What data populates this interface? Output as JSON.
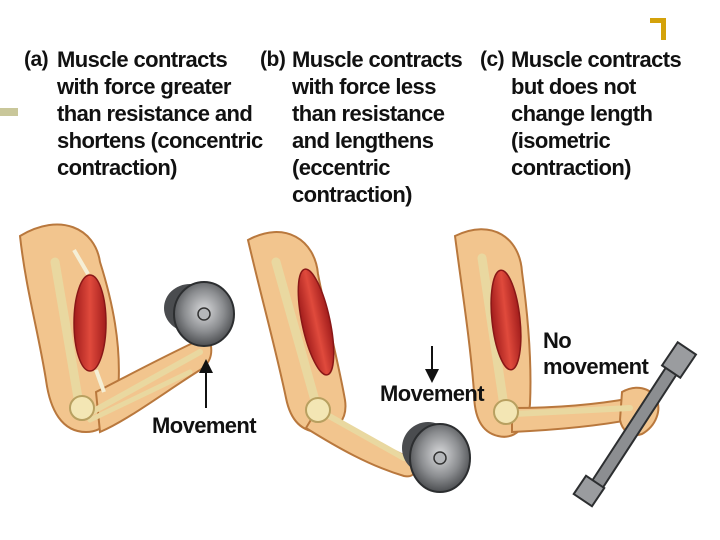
{
  "panels": [
    {
      "tag": "(a)",
      "caption_lines": [
        "Muscle contracts",
        "with force greater",
        "than resistance and",
        "shortens (concentric",
        "contraction)"
      ],
      "movement_label": "Movement"
    },
    {
      "tag": "(b)",
      "caption_lines": [
        "Muscle contracts",
        "with force less",
        "than resistance",
        "and lengthens",
        "(eccentric",
        "contraction)"
      ],
      "movement_label": "Movement"
    },
    {
      "tag": "(c)",
      "caption_lines": [
        "Muscle contracts",
        "but does not",
        "change length",
        "(isometric",
        "contraction)"
      ],
      "movement_label_lines": [
        "No",
        "movement"
      ]
    }
  ],
  "colors": {
    "skin": "#f2c58e",
    "skin_shade": "#dc9a5c",
    "muscle": "#d8342f",
    "muscle_dark": "#a21d1c",
    "bone": "#f3e6b4",
    "weight": "#7d7f82",
    "accent": "#d4a20a"
  }
}
